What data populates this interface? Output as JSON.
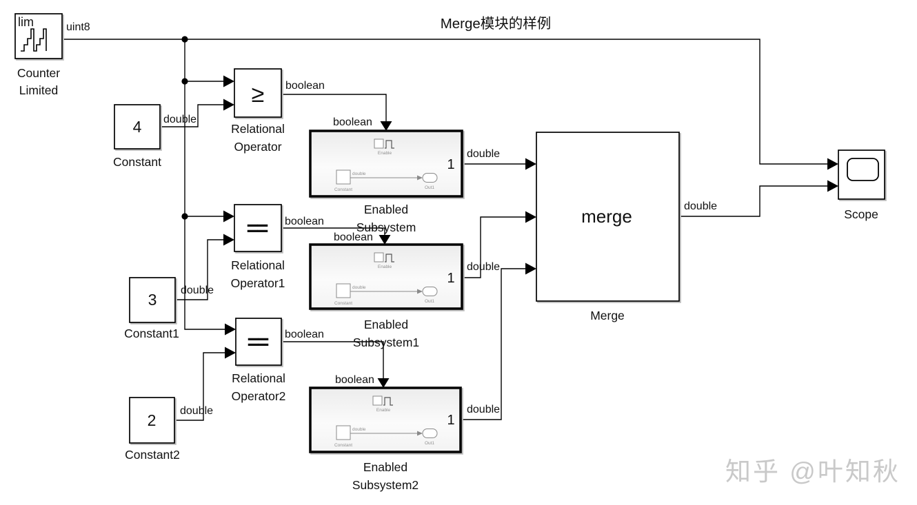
{
  "diagram_title": "Merge模块的样例",
  "watermark": "知乎 @叶知秋",
  "signal_types": {
    "uint8": "uint8",
    "double": "double",
    "boolean": "boolean"
  },
  "blocks": {
    "counter_limited": {
      "icon_text": "lim",
      "label_line1": "Counter",
      "label_line2": "Limited"
    },
    "constant": {
      "value": "4",
      "label": "Constant"
    },
    "constant1": {
      "value": "3",
      "label": "Constant1"
    },
    "constant2": {
      "value": "2",
      "label": "Constant2"
    },
    "relational_operator": {
      "symbol": "≥",
      "label_line1": "Relational",
      "label_line2": "Operator"
    },
    "relational_operator1": {
      "symbol": "==",
      "label_line1": "Relational",
      "label_line2": "Operator1"
    },
    "relational_operator2": {
      "symbol": "==",
      "label_line1": "Relational",
      "label_line2": "Operator2"
    },
    "enabled_subsystem": {
      "label_line1": "Enabled",
      "label_line2": "Subsystem",
      "out_port": "1"
    },
    "enabled_subsystem1": {
      "label_line1": "Enabled",
      "label_line2": "Subsystem1",
      "out_port": "1"
    },
    "enabled_subsystem2": {
      "label_line1": "Enabled",
      "label_line2": "Subsystem2",
      "out_port": "1"
    },
    "subsystem_preview": {
      "enable_label": "Enable",
      "constant_label": "Constant",
      "signal_label": "double",
      "outport_label": "Out1"
    },
    "merge": {
      "text": "merge",
      "label": "Merge"
    },
    "scope": {
      "label": "Scope"
    }
  }
}
